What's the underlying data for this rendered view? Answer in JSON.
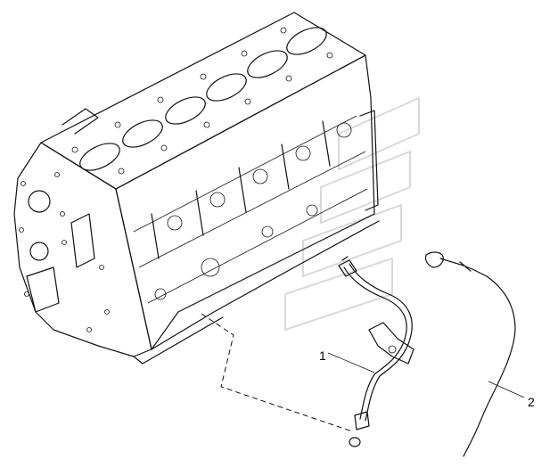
{
  "diagram": {
    "callouts": [
      {
        "id": "1",
        "label": "1",
        "part": "oil-dipstick-guide-tube"
      },
      {
        "id": "2",
        "label": "2",
        "part": "oil-dipstick"
      }
    ],
    "colors": {
      "line": "#111111",
      "background": "#ffffff",
      "watermark": "#d9d9d9"
    }
  }
}
